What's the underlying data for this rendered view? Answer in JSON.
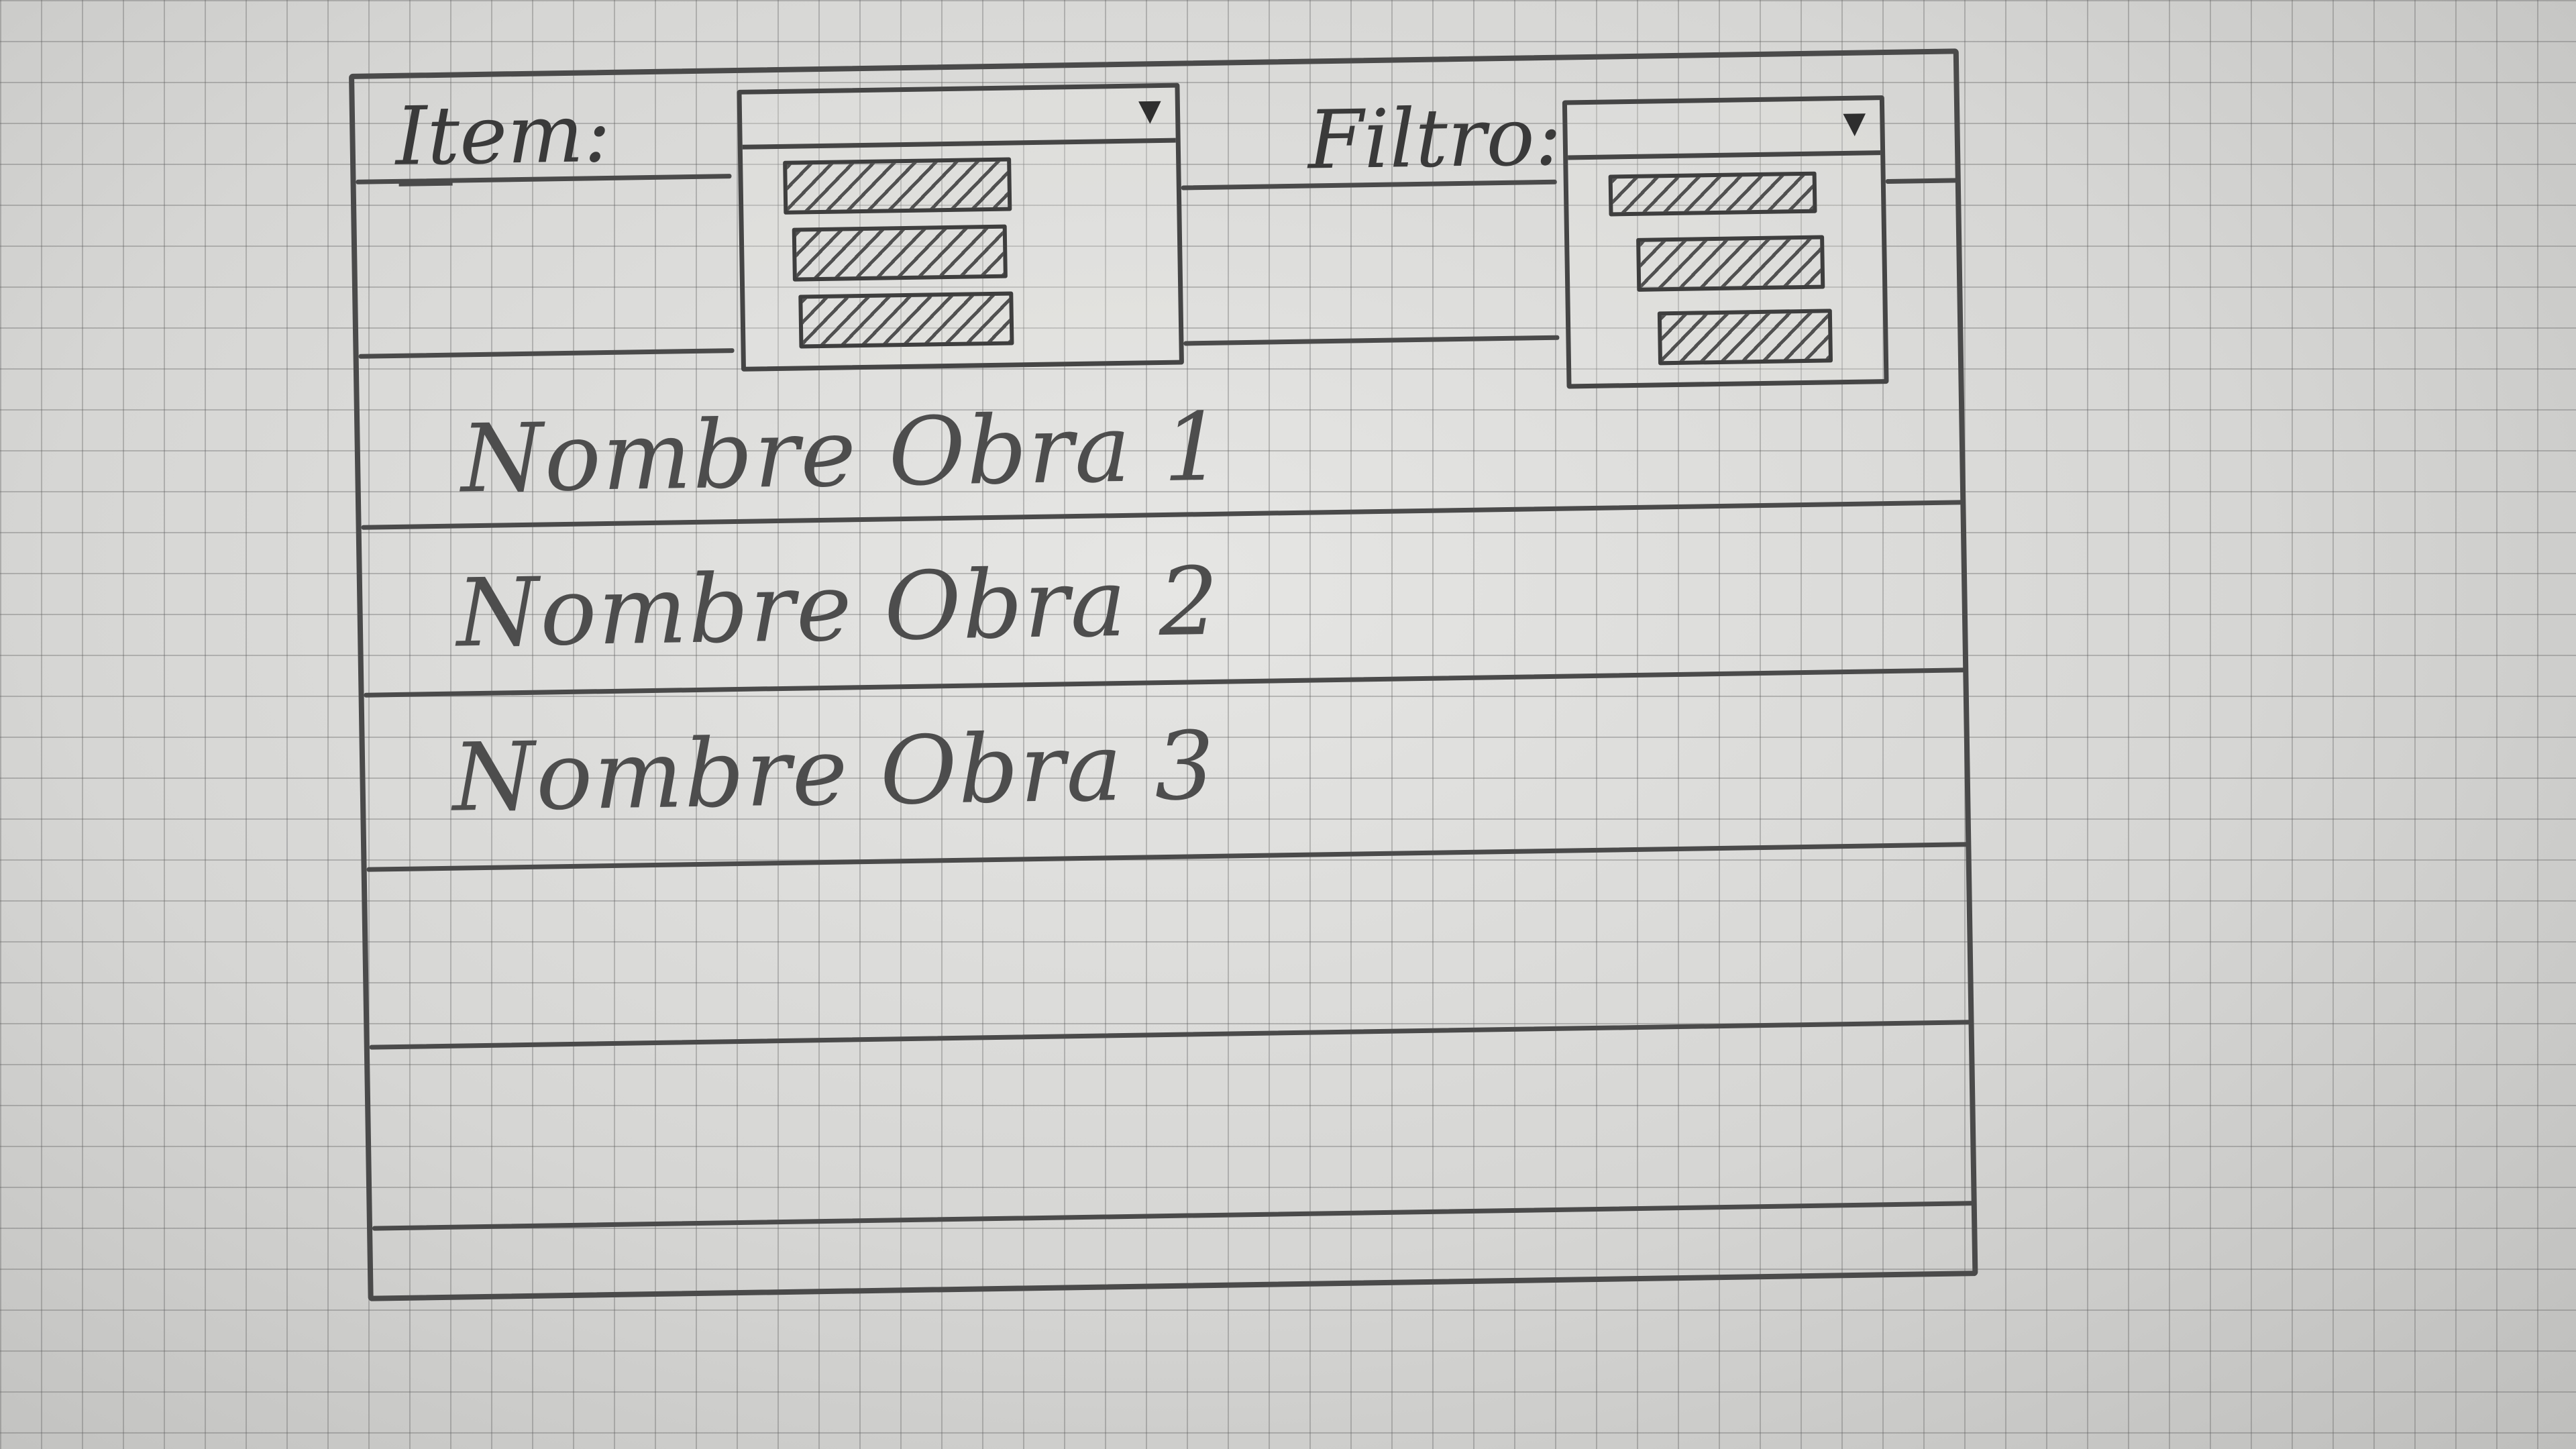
{
  "form": {
    "item_label": "Item:",
    "filter_label": "Filtro:"
  },
  "dropdowns": {
    "item": {
      "arrow": "▼"
    },
    "filter": {
      "arrow": "▼"
    }
  },
  "results": [
    {
      "name": "Nombre Obra 1"
    },
    {
      "name": "Nombre Obra 2"
    },
    {
      "name": "Nombre Obra 3"
    },
    {
      "name": ""
    },
    {
      "name": ""
    }
  ],
  "colors": {
    "pencil": "#4a4a4a",
    "paper": "#d2d2d0",
    "grid": "#8a8a8a"
  }
}
